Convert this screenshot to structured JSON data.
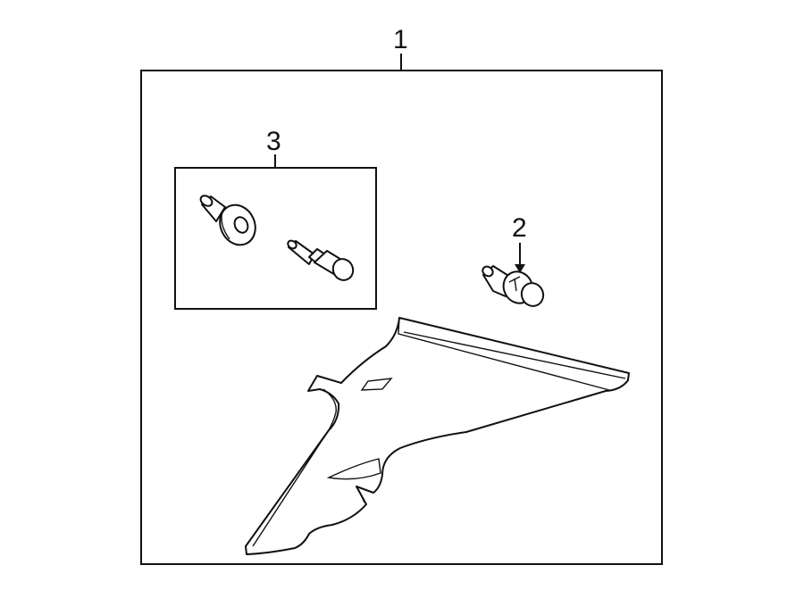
{
  "callouts": {
    "assembly": "1",
    "clip": "2",
    "fastener_kit": "3"
  },
  "colors": {
    "line": "#111111",
    "background": "#ffffff",
    "panel_fill": "#ffffff"
  },
  "icons": {
    "trim_panel": "quarter-trim-panel-icon",
    "push_clip": "push-clip-icon",
    "grommet": "grommet-icon",
    "pin": "pin-fastener-icon"
  }
}
